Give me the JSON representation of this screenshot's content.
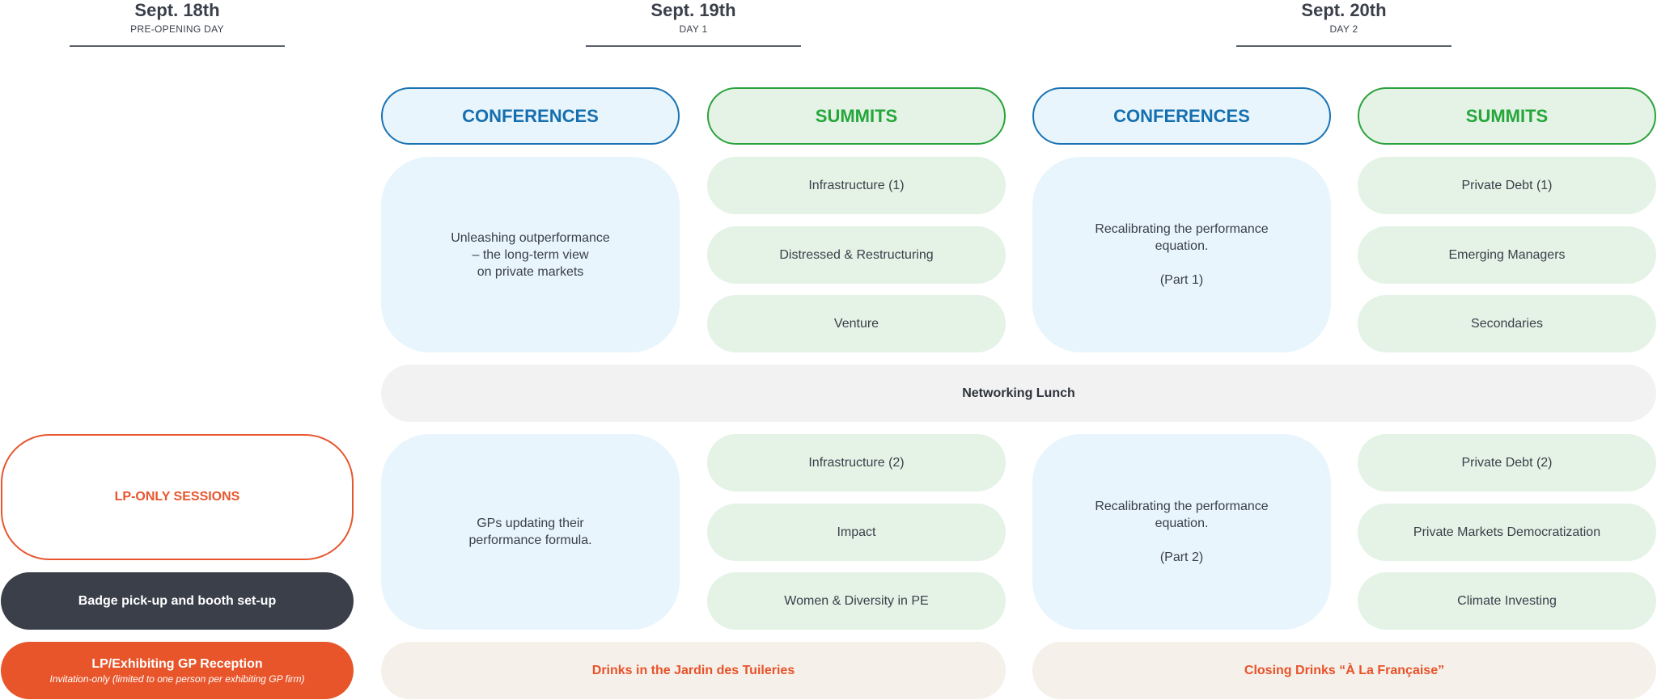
{
  "days": [
    {
      "date": "Sept. 18th",
      "label": "PRE-OPENING DAY"
    },
    {
      "date": "Sept. 19th",
      "label": "DAY 1"
    },
    {
      "date": "Sept. 20th",
      "label": "DAY 2"
    }
  ],
  "headers": {
    "conferences": "CONFERENCES",
    "summits": "SUMMITS"
  },
  "day1": {
    "conf_morning": "Unleashing outperformance\n– the long-term view\non private markets",
    "conf_afternoon": "GPs updating their\nperformance formula.",
    "summits_morning": [
      "Infrastructure (1)",
      "Distressed & Restructuring",
      "Venture"
    ],
    "summits_afternoon": [
      "Infrastructure (2)",
      "Impact",
      "Women & Diversity in PE"
    ],
    "drinks": "Drinks in the Jardin des Tuileries"
  },
  "day2": {
    "conf_morning": "Recalibrating the performance\nequation.\n\n(Part 1)",
    "conf_afternoon": "Recalibrating the performance\nequation.\n\n(Part 2)",
    "summits_morning": [
      "Private Debt (1)",
      "Emerging Managers",
      "Secondaries"
    ],
    "summits_afternoon": [
      "Private Debt (2)",
      "Private Markets Democratization",
      "Climate Investing"
    ],
    "drinks": "Closing Drinks “À La Française”"
  },
  "lunch": "Networking Lunch",
  "preopening": {
    "lp_sessions": "LP-ONLY SESSIONS",
    "badge": "Badge pick-up and booth set-up",
    "reception_title": "LP/Exhibiting GP Reception",
    "reception_sub": "Invitation-only (limited to one person per exhibiting GP firm)"
  },
  "colors": {
    "conference_blue": "#156fae",
    "summit_green": "#25a63a",
    "accent_orange": "#e8552a",
    "dark": "#3a3f4a"
  }
}
